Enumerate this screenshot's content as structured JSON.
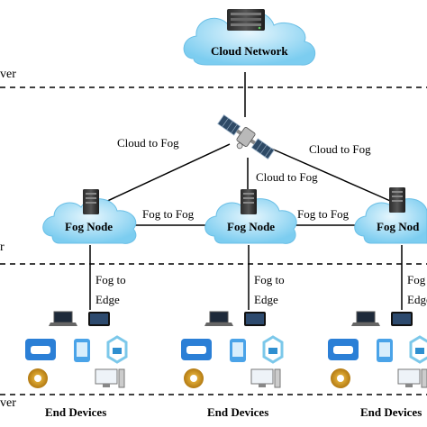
{
  "cloud": {
    "label": "Cloud Network"
  },
  "layers": {
    "top_cut": "ver",
    "mid_cut": "r",
    "bottom_cut": "ver"
  },
  "links": {
    "cloud_to_fog_left": "Cloud to Fog",
    "cloud_to_fog_right": "Cloud to Fog",
    "cloud_to_fog_center": "Cloud to Fog",
    "fog_to_fog_1": "Fog to Fog",
    "fog_to_fog_2": "Fog to Fog"
  },
  "fog_nodes": [
    {
      "label": "Fog Node"
    },
    {
      "label": "Fog Node"
    },
    {
      "label": "Fog Nod"
    }
  ],
  "edge_links": [
    {
      "line1": "Fog to",
      "line2": "Edge"
    },
    {
      "line1": "Fog to",
      "line2": "Edge"
    },
    {
      "line1": "Fog",
      "line2": "Edge"
    }
  ],
  "end_groups": [
    {
      "label": "End Devices"
    },
    {
      "label": "End Devices"
    },
    {
      "label": "End Devices"
    }
  ]
}
